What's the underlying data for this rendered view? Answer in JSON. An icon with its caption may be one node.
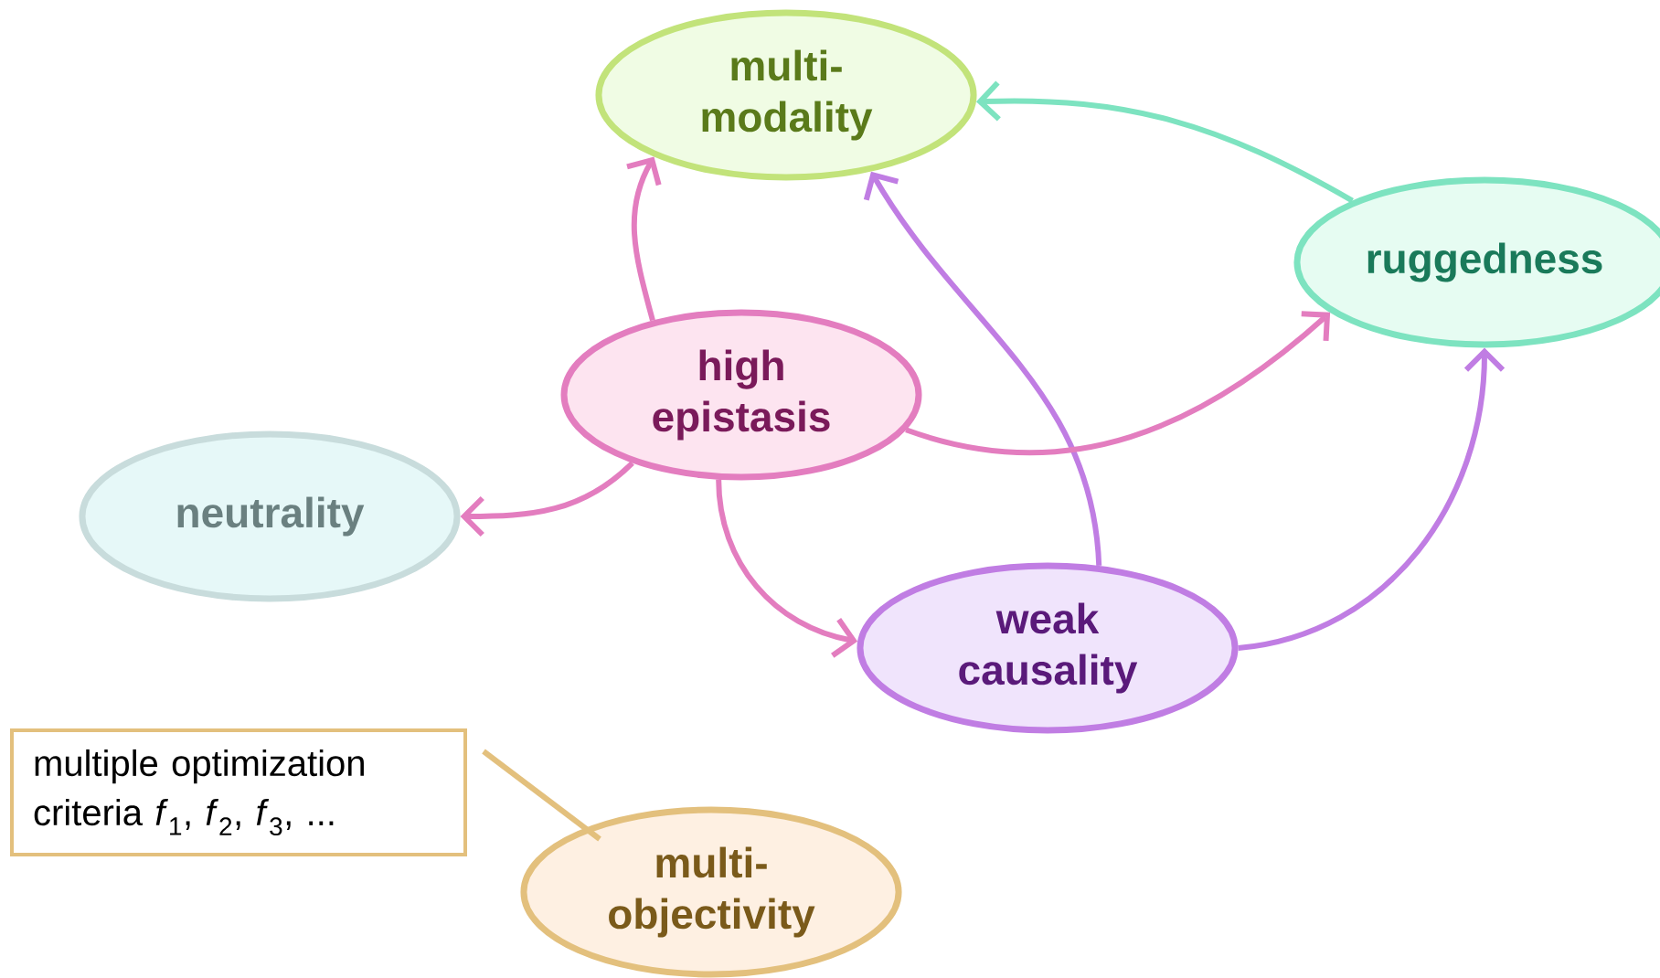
{
  "diagram": {
    "nodes": [
      {
        "text": [
          "multi- modality"
        ]
      },
      {
        "text": [
          "ruggedness"
        ]
      },
      {
        "text": [
          "high epistasis"
        ]
      },
      {
        "text": [
          "neutrality"
        ]
      },
      {
        "text": [
          "weak causality"
        ]
      },
      {
        "text": [
          "multiple optimization criteria *f*$_{1}$, *f*$_{2}$, *f*$_{3}$, ..."
        ]
      },
      {
        "text": [
          "multi- objectivity"
        ]
      }
    ],
    "edges": [
      {
        "from": 2,
        "to": 0,
        "arrow": "to"
      },
      {
        "from": 1,
        "to": 0,
        "arrow": "to",
        "color": "#7de3c0"
      },
      {
        "from": 4,
        "to": 0,
        "arrow": "to",
        "color": "#c07de3"
      },
      {
        "from": 2,
        "to": 1,
        "arrow": "to"
      },
      {
        "from": 2,
        "to": 3,
        "arrow": "to"
      },
      {
        "from": 2,
        "to": 4,
        "arrow": "to"
      },
      {
        "from": 4,
        "to": 1,
        "arrow": "to",
        "color": "#c07de3"
      },
      {
        "from": 5,
        "to": 6,
        "arrow": "none",
        "color": "#e3c07d"
      }
    ]
  }
}
